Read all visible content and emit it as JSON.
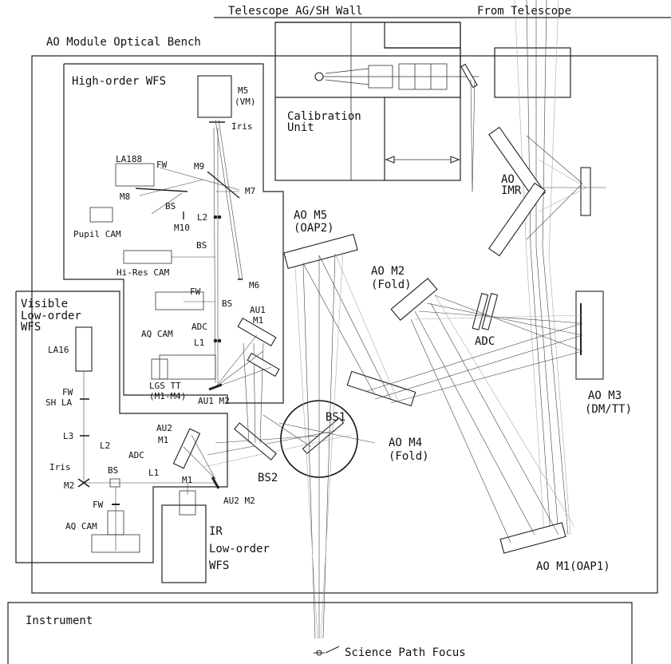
{
  "labels": {
    "telescope_wall": "Telescope AG/SH Wall",
    "from_telescope": "From Telescope",
    "bench_title": "AO Module Optical Bench",
    "high_order_wfs": "High-order WFS",
    "m5_vm_line1": "M5",
    "m5_vm_line2": "(VM)",
    "iris_top": "Iris",
    "la188": "LA188",
    "fw_top": "FW",
    "m9": "M9",
    "m8": "M8",
    "m7": "M7",
    "bs_hi1": "BS",
    "pupil_cam": "Pupil CAM",
    "m10": "M10",
    "l2_hi": "L2",
    "bs_hi2": "BS",
    "hires_cam": "Hi-Res CAM",
    "m6": "M6",
    "fw_aq": "FW",
    "bs_aq": "BS",
    "aq_cam_top": "AQ CAM",
    "adc_hi": "ADC",
    "l1_hi": "L1",
    "la16": "LA16",
    "lgs_tt_line1": "LGS TT",
    "lgs_tt_line2": "(M1-M4)",
    "au1_m1_line1": "AU1",
    "au1_m1_line2": "M1",
    "au1_m2": "AU1 M2",
    "visible_line1": "Visible",
    "visible_line2": "Low-order",
    "visible_line3": "WFS",
    "fw_vis": "FW",
    "sh_la": "SH LA",
    "l3": "L3",
    "l2_vis": "L2",
    "iris_vis": "Iris",
    "bs_vis": "BS",
    "adc_vis": "ADC",
    "l1_vis": "L1",
    "m2_vis": "M2",
    "m1_vis": "M1",
    "fw_bot": "FW",
    "aq_cam_bot": "AQ CAM",
    "au2_m1_line1": "AU2",
    "au2_m1_line2": "M1",
    "au2_m2": "AU2 M2",
    "ir_line1": "IR",
    "ir_line2": "Low-order",
    "ir_line3": "WFS",
    "bs2": "BS2",
    "bs1": "BS1",
    "calib_line1": "Calibration",
    "calib_line2": "Unit",
    "ao_imr_line1": "AO",
    "ao_imr_line2": "IMR",
    "ao_m5_line1": "AO M5",
    "ao_m5_line2": "(OAP2)",
    "ao_m2_line1": "AO M2",
    "ao_m2_line2": "(Fold)",
    "adc_main": "ADC",
    "ao_m3_line1": "AO M3",
    "ao_m3_line2": "(DM/TT)",
    "ao_m4_line1": "AO M4",
    "ao_m4_line2": "(Fold)",
    "ao_m1": "AO M1(OAP1)",
    "instrument": "Instrument",
    "science_focus": "Science Path Focus"
  }
}
